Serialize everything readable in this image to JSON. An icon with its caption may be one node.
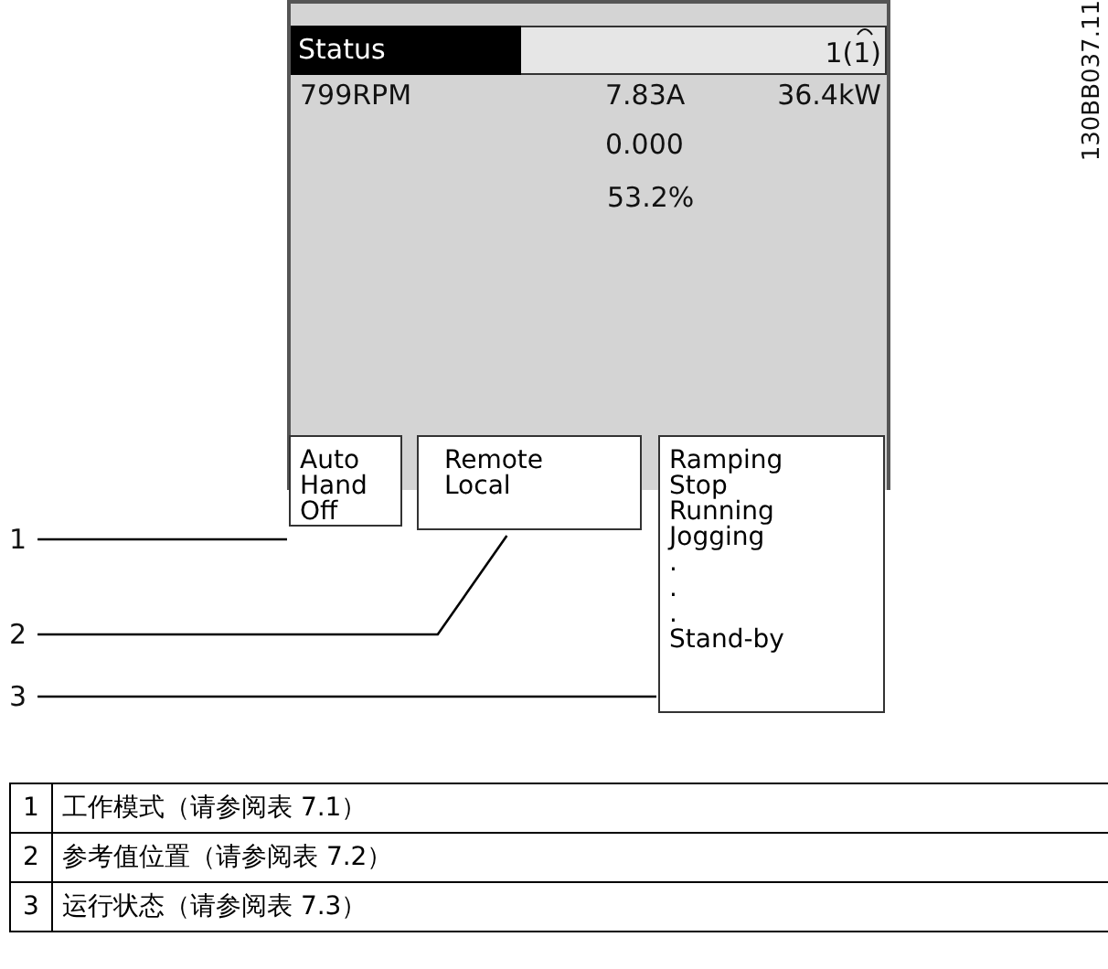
{
  "diagram": {
    "nodes": [
      {
        "text": [
          "Status",
          "1(1)",
          "799RPM",
          "7.83A",
          "36.4kW",
          "0.000",
          "53.2%"
        ]
      },
      {
        "text": [
          "Auto",
          "Hand",
          "Off"
        ]
      },
      {
        "text": [
          "Remote",
          "Local"
        ]
      },
      {
        "text": [
          "Ramping",
          "Stop",
          "Running",
          "Jogging",
          ".",
          ".",
          ".",
          "Stand-by"
        ]
      },
      {
        "text": [
          "1"
        ]
      },
      {
        "text": [
          "2"
        ]
      },
      {
        "text": [
          "3"
        ]
      }
    ],
    "edges": [
      {
        "from": 4,
        "to": 1,
        "arrow": "none"
      },
      {
        "from": 5,
        "to": 2,
        "arrow": "none"
      },
      {
        "from": 6,
        "to": 3,
        "arrow": "none"
      }
    ],
    "labels": [
      "130BB037.11",
      "1",
      "工作模式（请参阅表 7.1）",
      "2",
      "参考值位置（请参阅表 7.2）",
      "3",
      "运行状态（请参阅表 7.3）"
    ]
  }
}
